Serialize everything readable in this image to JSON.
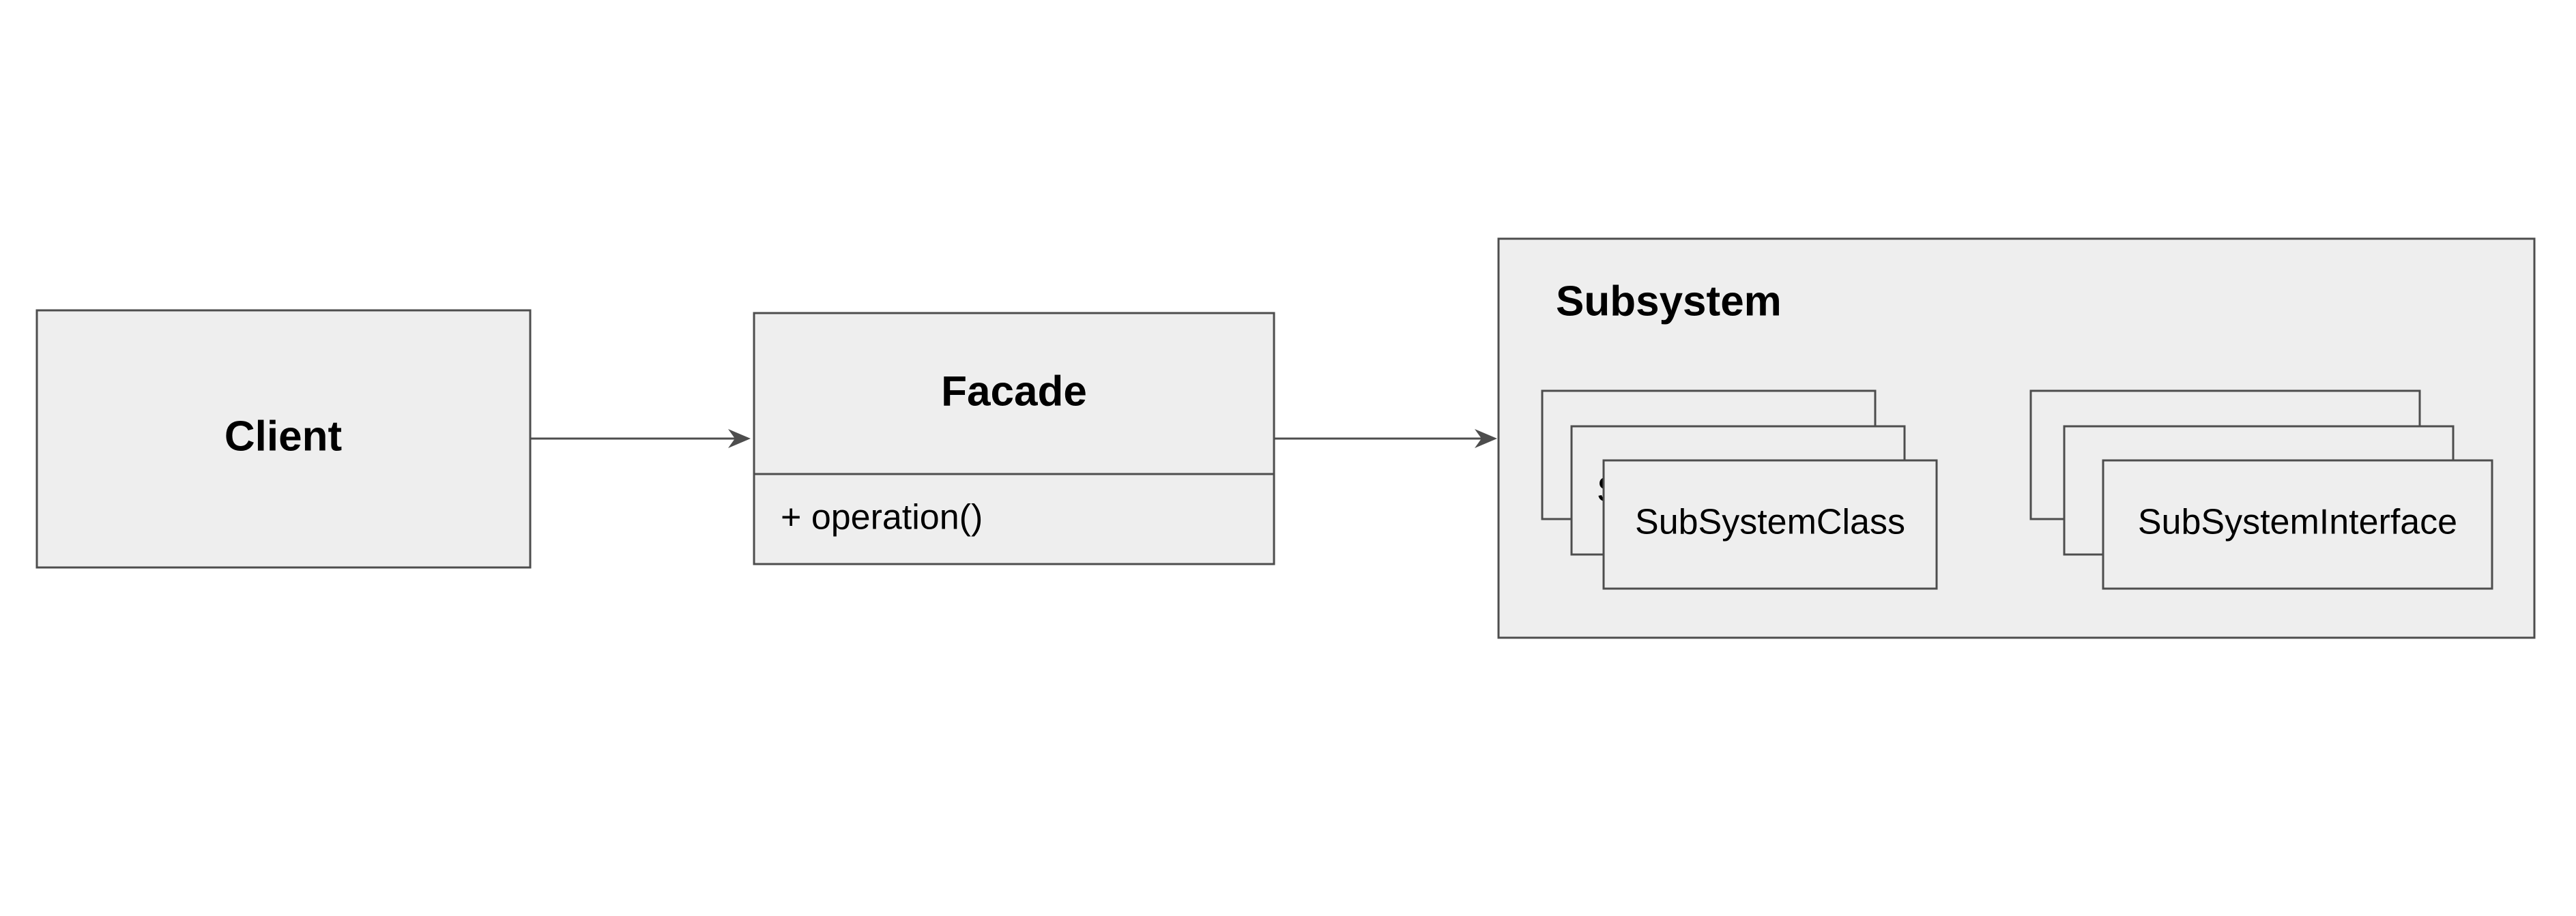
{
  "client": {
    "title": "Client"
  },
  "facade": {
    "title": "Facade",
    "operation": "+ operation()"
  },
  "subsystem": {
    "title": "Subsystem",
    "classes": {
      "label": "SubSystemClass",
      "stack_count": 3
    },
    "interfaces": {
      "label": "SubSystemInterface",
      "stack_count": 3
    }
  },
  "colors": {
    "box_fill": "#eeeeee",
    "stroke": "#4d4d4d",
    "text": "#000000",
    "background": "#ffffff"
  }
}
